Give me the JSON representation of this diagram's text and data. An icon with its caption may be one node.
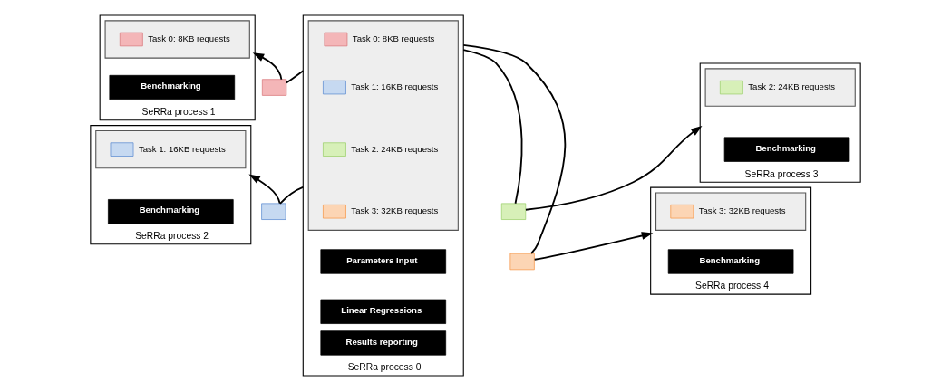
{
  "diagram": {
    "nodes": [
      {
        "text": [
          "SeRRa process 0"
        ]
      },
      {
        "text": [],
        "shape": "box",
        "in": 0
      },
      {
        "text": [
          "Task 0: 8KB requests"
        ],
        "in": 1
      },
      {
        "text": [
          "Task 1: 16KB requests"
        ],
        "in": 1
      },
      {
        "text": [
          "Task 2: 24KB requests"
        ],
        "in": 1
      },
      {
        "text": [
          "Task 3: 32KB requests"
        ],
        "in": 1
      },
      {
        "text": [
          "Parameters Input"
        ],
        "in": 0
      },
      {
        "text": [
          "Linear Regressions"
        ],
        "in": 0
      },
      {
        "text": [
          "Results reporting"
        ],
        "in": 0
      },
      {
        "text": [
          "SeRRa process 1"
        ]
      },
      {
        "text": [],
        "shape": "box",
        "in": 9
      },
      {
        "text": [
          "Task 0: 8KB requests"
        ],
        "in": 10
      },
      {
        "text": [
          "Benchmarking"
        ],
        "in": 9
      },
      {
        "text": [
          "SeRRa process 2"
        ]
      },
      {
        "text": [],
        "shape": "box",
        "in": 13
      },
      {
        "text": [
          "Task 1: 16KB requests"
        ],
        "in": 14
      },
      {
        "text": [
          "Benchmarking"
        ],
        "in": 13
      },
      {
        "text": [
          "SeRRa process 3"
        ]
      },
      {
        "text": [],
        "shape": "box",
        "in": 17
      },
      {
        "text": [
          "Task 2: 24KB requests"
        ],
        "in": 18
      },
      {
        "text": [
          "Benchmarking"
        ],
        "in": 17
      },
      {
        "text": [
          "SeRRa process 4"
        ]
      },
      {
        "text": [],
        "shape": "box",
        "in": 21
      },
      {
        "text": [
          "Task 3: 32KB requests"
        ],
        "in": 22
      },
      {
        "text": [
          "Benchmarking"
        ],
        "in": 21
      },
      {
        "text": [],
        "shape": "box"
      },
      {
        "text": [],
        "shape": "box"
      },
      {
        "text": [],
        "shape": "box"
      },
      {
        "text": [],
        "shape": "box"
      }
    ],
    "edges": [
      {
        "from": 0,
        "to": 25,
        "arrow": "none"
      },
      {
        "from": 25,
        "to": 9,
        "arrow": "to"
      },
      {
        "from": 0,
        "to": 26,
        "arrow": "none"
      },
      {
        "from": 26,
        "to": 13,
        "arrow": "to"
      },
      {
        "from": 0,
        "to": 27,
        "arrow": "none"
      },
      {
        "from": 27,
        "to": 17,
        "arrow": "to"
      },
      {
        "from": 0,
        "to": 28,
        "arrow": "none"
      },
      {
        "from": 28,
        "to": 21,
        "arrow": "to"
      }
    ]
  }
}
